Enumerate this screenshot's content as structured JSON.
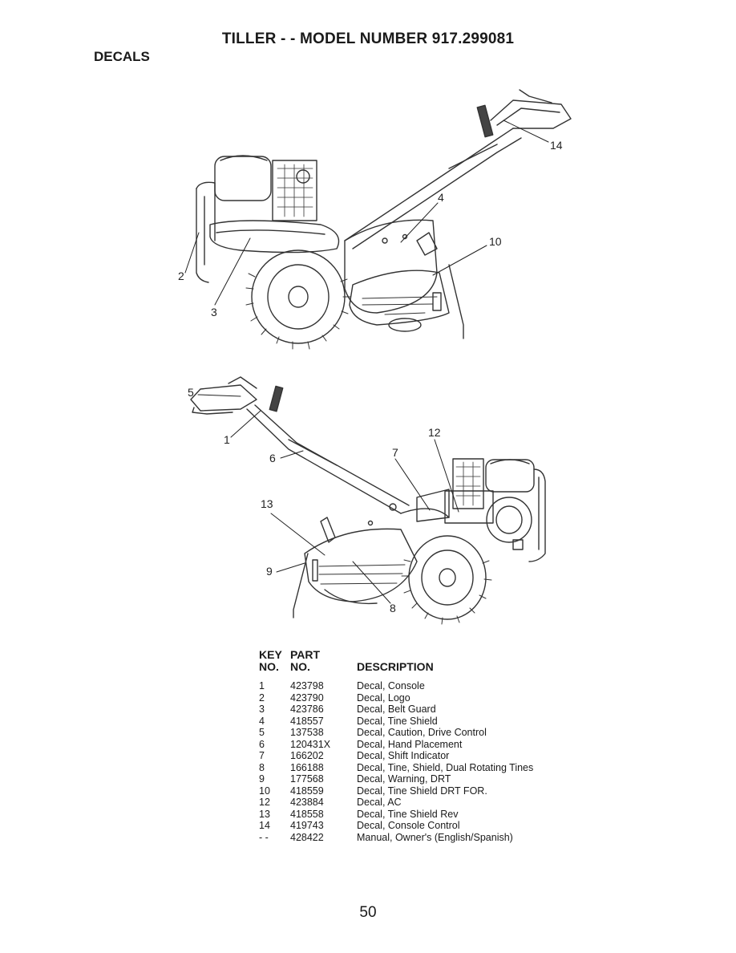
{
  "header": {
    "title": "TILLER - - MODEL NUMBER 917.299081",
    "section": "DECALS"
  },
  "diagram_top": {
    "callouts": [
      "14",
      "4",
      "10",
      "2",
      "3"
    ]
  },
  "diagram_bottom": {
    "callouts": [
      "5",
      "1",
      "12",
      "6",
      "7",
      "13",
      "9",
      "8"
    ]
  },
  "table": {
    "headers": {
      "key_line1": "KEY",
      "key_line2": "NO.",
      "part_line1": "PART",
      "part_line2": "NO.",
      "description": "DESCRIPTION"
    },
    "rows": [
      {
        "key": "1",
        "part": "423798",
        "description": "Decal, Console"
      },
      {
        "key": "2",
        "part": "423790",
        "description": "Decal, Logo"
      },
      {
        "key": "3",
        "part": "423786",
        "description": "Decal, Belt Guard"
      },
      {
        "key": "4",
        "part": "418557",
        "description": "Decal, Tine Shield"
      },
      {
        "key": "5",
        "part": "137538",
        "description": "Decal, Caution, Drive Control"
      },
      {
        "key": "6",
        "part": "120431X",
        "description": "Decal, Hand Placement"
      },
      {
        "key": "7",
        "part": "166202",
        "description": "Decal, Shift Indicator"
      },
      {
        "key": "8",
        "part": "166188",
        "description": "Decal, Tine, Shield, Dual Rotating Tines"
      },
      {
        "key": "9",
        "part": "177568",
        "description": "Decal, Warning, DRT"
      },
      {
        "key": "10",
        "part": "418559",
        "description": "Decal, Tine Shield DRT FOR."
      },
      {
        "key": "12",
        "part": "423884",
        "description": "Decal, AC"
      },
      {
        "key": "13",
        "part": "418558",
        "description": "Decal, Tine Shield Rev"
      },
      {
        "key": "14",
        "part": "419743",
        "description": "Decal, Console Control"
      },
      {
        "key": "- -",
        "part": "428422",
        "description": "Manual, Owner's (English/Spanish)"
      }
    ]
  },
  "footer": {
    "page_number": "50"
  }
}
